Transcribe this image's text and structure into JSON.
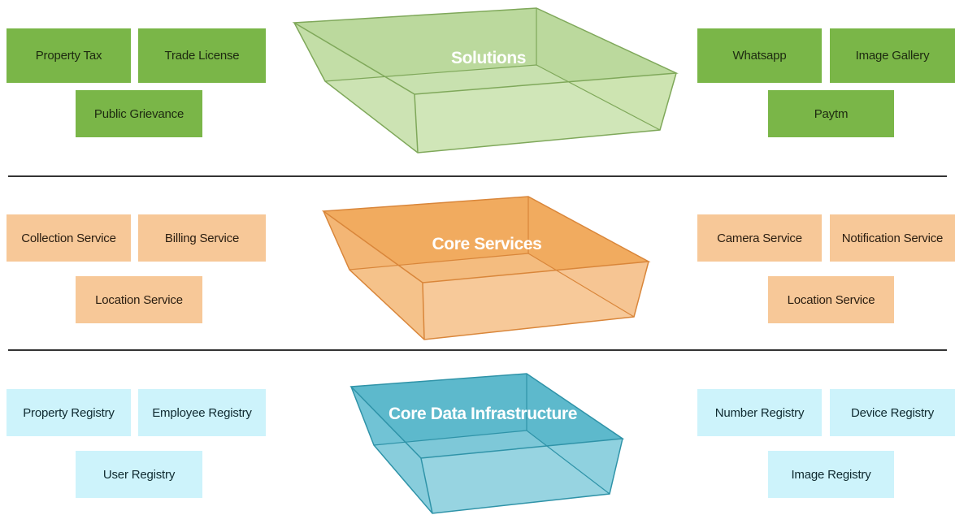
{
  "tiers": {
    "solutions": {
      "title": "Solutions",
      "left": [
        "Property Tax",
        "Trade License",
        "Public Grievance"
      ],
      "right": [
        "Whatsapp",
        "Image Gallery",
        "Paytm"
      ],
      "color": "#7ab648"
    },
    "core_services": {
      "title": "Core Services",
      "left": [
        "Collection Service",
        "Billing Service",
        "Location  Service"
      ],
      "right": [
        "Camera Service",
        "Notification Service",
        "Location  Service"
      ],
      "color": "#f0a24e"
    },
    "core_data": {
      "title": "Core Data Infrastructure",
      "left": [
        "Property Registry",
        "Employee Registry",
        "User Registry"
      ],
      "right": [
        "Number Registry",
        "Device  Registry",
        "Image  Registry"
      ],
      "color": "#4fb3c8"
    }
  }
}
